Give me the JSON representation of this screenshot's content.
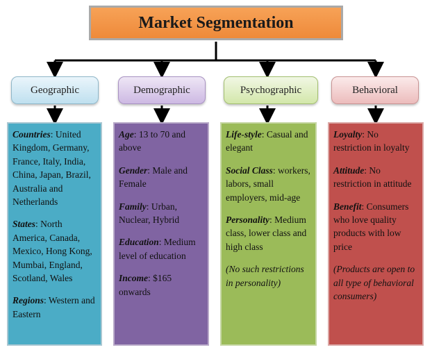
{
  "title": "Market Segmentation",
  "colors": {
    "title_bg": "#f39a4c",
    "geographic": "#4bacc6",
    "demographic": "#8064a2",
    "psychographic": "#9bbb59",
    "behavioral": "#c0504d"
  },
  "categories": {
    "geographic": {
      "label": "Geographic",
      "items": [
        {
          "key": "Countries",
          "text": "United Kingdom, Germany, France, Italy, India, China, Japan, Brazil, Australia and Netherlands"
        },
        {
          "key": "States",
          "text": "North America, Canada, Mexico, Hong Kong, Mumbai, England, Scotland, Wales"
        },
        {
          "key": "Regions",
          "text": "Western and Eastern"
        }
      ]
    },
    "demographic": {
      "label": "Demographic",
      "items": [
        {
          "key": "Age",
          "text": "13 to 70 and above"
        },
        {
          "key": "Gender",
          "text": "Male and Female"
        },
        {
          "key": "Family",
          "text": "Urban, Nuclear, Hybrid"
        },
        {
          "key": "Education",
          "text": "Medium level of education"
        },
        {
          "key": "Income",
          "text": "$165 onwards"
        }
      ]
    },
    "psychographic": {
      "label": "Psychographic",
      "items": [
        {
          "key": "Life-style",
          "text": "Casual and elegant"
        },
        {
          "key": "Social Class",
          "text": "workers, labors, small employers, mid-age"
        },
        {
          "key": "Personality",
          "text": "Medium class, lower class and high class"
        }
      ],
      "note": "(No such restrictions in personality)"
    },
    "behavioral": {
      "label": "Behavioral",
      "items": [
        {
          "key": "Loyalty",
          "text": "No restriction in loyalty"
        },
        {
          "key": "Attitude",
          "text": "No restriction in attitude"
        },
        {
          "key": "Benefit",
          "text": "Consumers who love quality products with low price"
        }
      ],
      "note": "(Products are open to all type of behavioral consumers)"
    }
  }
}
